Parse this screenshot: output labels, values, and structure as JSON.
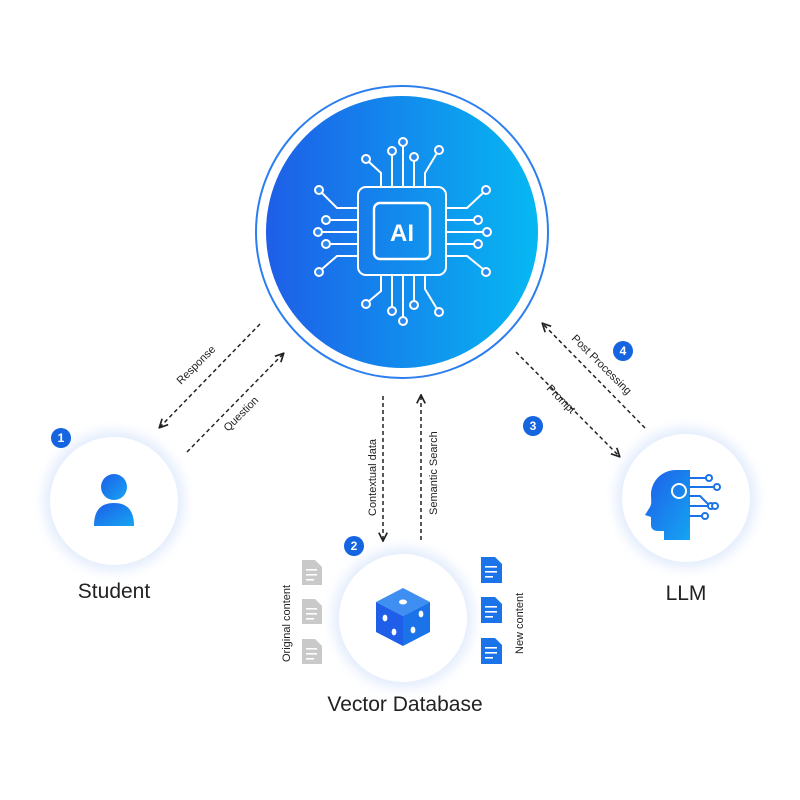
{
  "center": {
    "chip_label": "AI"
  },
  "nodes": {
    "student": {
      "label": "Student",
      "icon": "user-icon",
      "badge": "1"
    },
    "vector_db": {
      "label": "Vector Database",
      "icon": "cube-database-icon",
      "badge": "2"
    },
    "llm": {
      "label": "LLM",
      "icon": "ai-head-icon"
    }
  },
  "edges": {
    "response": "Response",
    "question": "Question",
    "contextual_data": "Contextual data",
    "semantic_search": "Semantic Search",
    "prompt": "Prompt",
    "post_processing": "Post Processing"
  },
  "badges": {
    "prompt": "3",
    "post_processing": "4"
  },
  "documents": {
    "original": "Original content",
    "new": "New content"
  },
  "colors": {
    "gradient_start": "#1e5ee8",
    "gradient_end": "#06b8f2",
    "accent": "#1565e0",
    "doc_gray": "#c9c9c9",
    "doc_blue": "#1a73e8"
  }
}
